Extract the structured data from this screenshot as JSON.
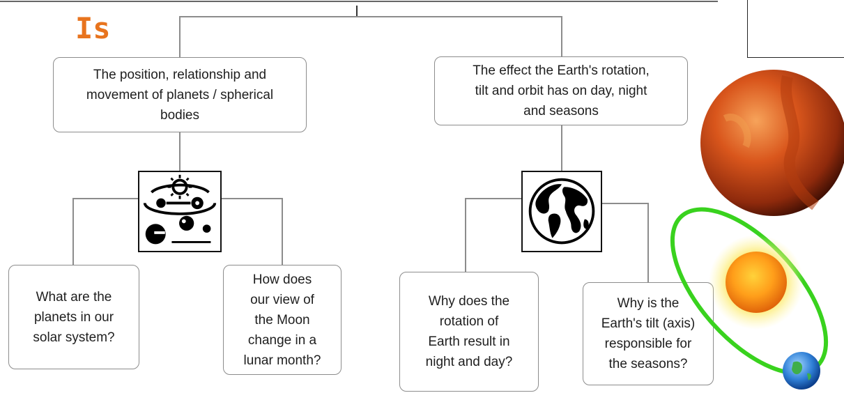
{
  "title_fragment": "Is",
  "branches": [
    {
      "topic": "The position, relationship and\nmovement of planets / spherical\nbodies",
      "icon": "solar-system-icon",
      "questions": [
        "What are the\nplanets in our\nsolar system?",
        "How does\nour view of\nthe Moon\nchange in a\nlunar month?"
      ]
    },
    {
      "topic": "The effect the Earth's rotation,\ntilt and orbit has on day, night\nand seasons",
      "icon": "globe-icon",
      "questions": [
        "Why does the\nrotation of\nEarth result in\nnight and day?",
        "Why is the\nEarth's tilt (axis)\nresponsible for\nthe seasons?"
      ]
    }
  ],
  "decorations": [
    "mars-planet-image",
    "sun-orbit-earth-image"
  ],
  "colors": {
    "box_border": "#8c8c8c",
    "connector": "#8c8c8c",
    "title_orange": "#e8741e",
    "orbit_green": "#39d21e"
  }
}
